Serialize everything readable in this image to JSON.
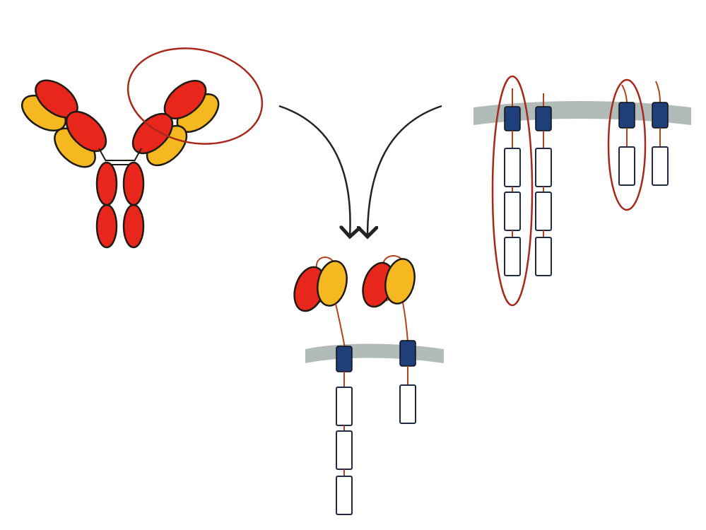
{
  "diagram": {
    "description_text": "",
    "colors": {
      "heavy_chain": "#e8261c",
      "light_chain": "#f5b820",
      "outline": "#1f1a14",
      "highlight_loop": "#a8281c",
      "transmembrane": "#1e3f7a",
      "membrane": "#a8b4b0",
      "linker": "#b8401c",
      "arrow": "#222222",
      "ig_domain_fill": "#ffffff",
      "ig_domain_stroke": "#1f2a44"
    },
    "components": [
      {
        "name": "antibody",
        "icon": "antibody-icon"
      },
      {
        "name": "car-receptor-source",
        "icon": "membrane-receptor-icon"
      },
      {
        "name": "chimeric-antigen-receptor",
        "icon": "car-icon"
      }
    ]
  }
}
